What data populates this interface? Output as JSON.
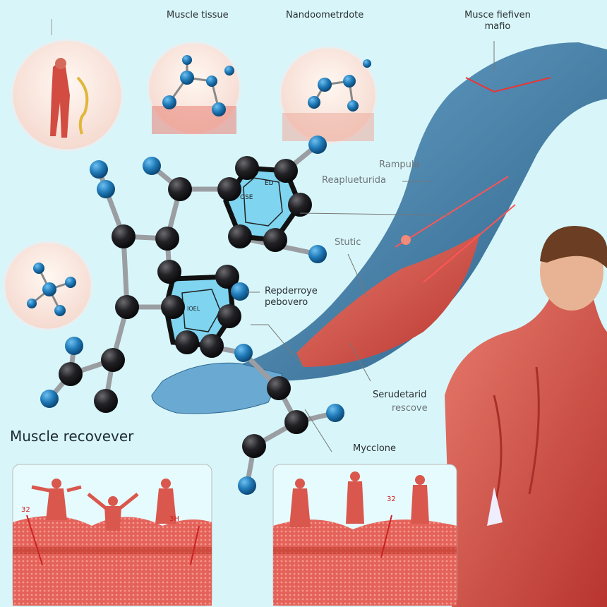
{
  "labels": {
    "muscle_tissue": "Muscle tissue",
    "nandoometrdote": "Nandoometrdote",
    "muscle_fiefiven_line1": "Musce fiefiven",
    "muscle_fiefiven_line2": "mafio",
    "rampula": "Rampula",
    "reaplueturida": "Reaplueturida",
    "stutic": "Stutic",
    "repderroye_line1": "Repderroye",
    "repderroye_line2": "pebovero",
    "serudetarid": "Serudetarid",
    "rescove": "rescove",
    "muscle_recovever": "Muscle recovever",
    "mycclone": "Mycclone",
    "panel_left_tag_1": "32",
    "panel_left_tag_2": "3H",
    "panel_right_tag": "32",
    "ring_label_1": "OSE",
    "ring_label_2": "ED",
    "ring_label_3": "IOEL"
  },
  "colors": {
    "background": "#d8f6f9",
    "carbon_atom": "#1e1e22",
    "blue_atom": "#1f7ab8",
    "ring_fill": "#7fd4f0",
    "muscle_red": "#d9544a",
    "fascia_blue": "#3f7fa8"
  }
}
